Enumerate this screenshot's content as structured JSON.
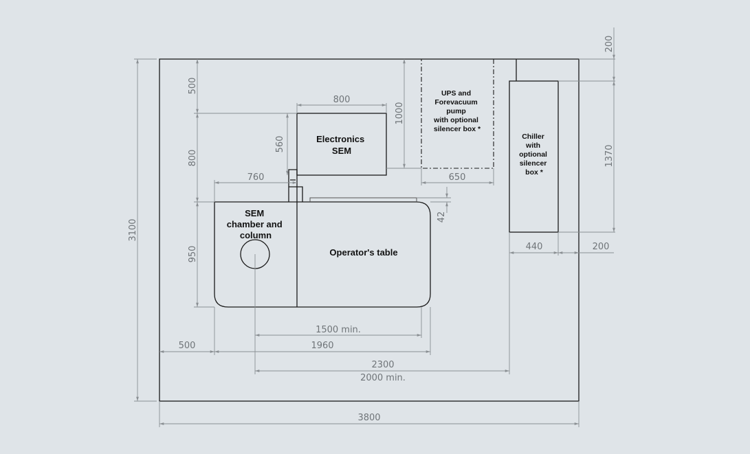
{
  "labels": {
    "electronics": [
      "Electronics",
      "SEM"
    ],
    "chamber": [
      "SEM",
      "chamber and",
      "column"
    ],
    "table": "Operator's table",
    "ups": [
      "UPS and",
      "Forevacuum",
      "pump",
      "with optional",
      "silencer box *"
    ],
    "chiller": [
      "Chiller",
      "with",
      "optional",
      "silencer",
      "box *"
    ]
  },
  "dimensions": {
    "d200_top": "200",
    "d500_left": "500",
    "d800_top": "800",
    "d560": "560",
    "d1000": "1000",
    "d800_left": "800",
    "d760": "760",
    "d650": "650",
    "d42": "42",
    "d1370": "1370",
    "d440": "440",
    "d200_right": "200",
    "d3100": "3100",
    "d950": "950",
    "d1500min": "1500 min.",
    "d1960": "1960",
    "d500_bottom": "500",
    "d2300": "2300",
    "d2000min": "2000 min.",
    "d3800": "3800"
  }
}
